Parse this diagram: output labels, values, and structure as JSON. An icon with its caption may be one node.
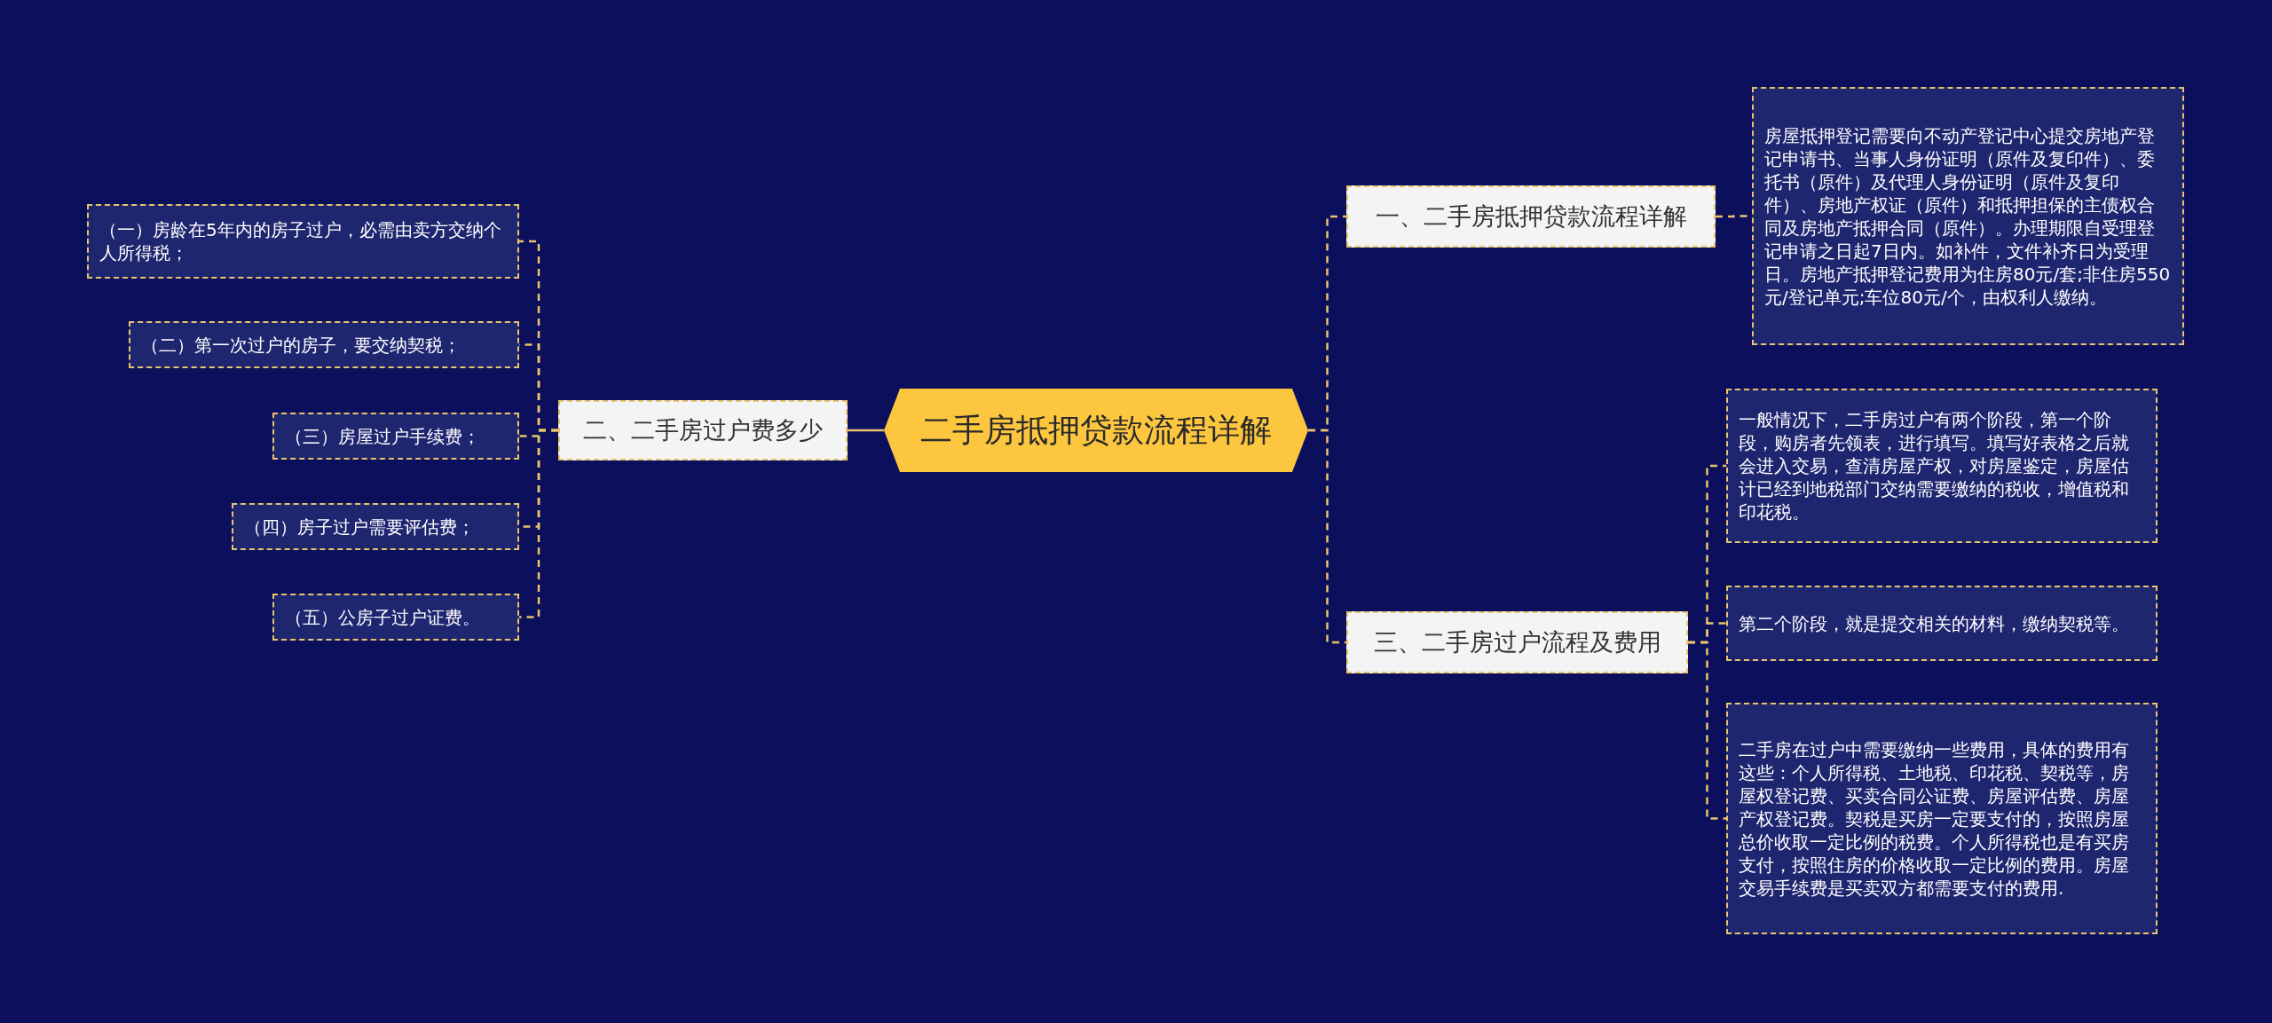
{
  "diagram": {
    "nodes": [
      {
        "text": [
          "二手房抵押贷款流程详解"
        ]
      },
      {
        "text": [
          "二、二手房过户费多少"
        ]
      },
      {
        "text": [
          "（一）房龄在5年内的房子过户，必需由卖方交纳个人所得税；"
        ]
      },
      {
        "text": [
          "（二）第一次过户的房子，要交纳契税；"
        ]
      },
      {
        "text": [
          "（三）房屋过户手续费；"
        ]
      },
      {
        "text": [
          "（四）房子过户需要评估费；"
        ]
      },
      {
        "text": [
          "（五）公房子过户证费。"
        ]
      },
      {
        "text": [
          "一、二手房抵押贷款流程详解"
        ]
      },
      {
        "text": [
          "房屋抵押登记需要向不动产登记中心提交房地产登记申请书、当事人身份证明（原件及复印件）、委托书（原件）及代理人身份证明（原件及复印件）、房地产权证（原件）和抵押担保的主债权合同及房地产抵押合同（原件）。办理期限自受理登记申请之日起7日内。如补件，文件补齐日为受理日。房地产抵押登记费用为住房80元/套;非住房550元/登记单元;车位80元/个，由权利人缴纳。"
        ]
      },
      {
        "text": [
          "三、二手房过户流程及费用"
        ]
      },
      {
        "text": [
          "一般情况下，二手房过户有两个阶段，第一个阶段，购房者先领表，进行填写。填写好表格之后就会进入交易，查清房屋产权，对房屋鉴定，房屋估计已经到地税部门交纳需要缴纳的税收，增值税和印花税。"
        ]
      },
      {
        "text": [
          "第二个阶段，就是提交相关的材料，缴纳契税等。"
        ]
      },
      {
        "text": [
          "二手房在过户中需要缴纳一些费用，具体的费用有这些：个人所得税、土地税、印花税、契税等，房屋权登记费、买卖合同公证费、房屋评估费、房屋产权登记费。契税是买房一定要支付的，按照房屋总价收取一定比例的税费。个人所得税也是有买房支付，按照住房的价格收取一定比例的费用。房屋交易手续费是买卖双方都需要支付的费用."
        ]
      }
    ],
    "edges": [
      {
        "from": 0,
        "to": 1,
        "arrow": "none"
      },
      {
        "from": 1,
        "to": 2,
        "arrow": "none",
        "style": "dashed"
      },
      {
        "from": 1,
        "to": 3,
        "arrow": "none",
        "style": "dashed"
      },
      {
        "from": 1,
        "to": 4,
        "arrow": "none",
        "style": "dashed"
      },
      {
        "from": 1,
        "to": 5,
        "arrow": "none",
        "style": "dashed"
      },
      {
        "from": 1,
        "to": 6,
        "arrow": "none",
        "style": "dashed"
      },
      {
        "from": 0,
        "to": 7,
        "arrow": "none",
        "style": "dashed"
      },
      {
        "from": 7,
        "to": 8,
        "arrow": "none",
        "style": "dashed"
      },
      {
        "from": 0,
        "to": 9,
        "arrow": "none",
        "style": "dashed"
      },
      {
        "from": 9,
        "to": 10,
        "arrow": "none",
        "style": "dashed"
      },
      {
        "from": 9,
        "to": 11,
        "arrow": "none",
        "style": "dashed"
      },
      {
        "from": 9,
        "to": 12,
        "arrow": "none",
        "style": "dashed"
      }
    ]
  }
}
